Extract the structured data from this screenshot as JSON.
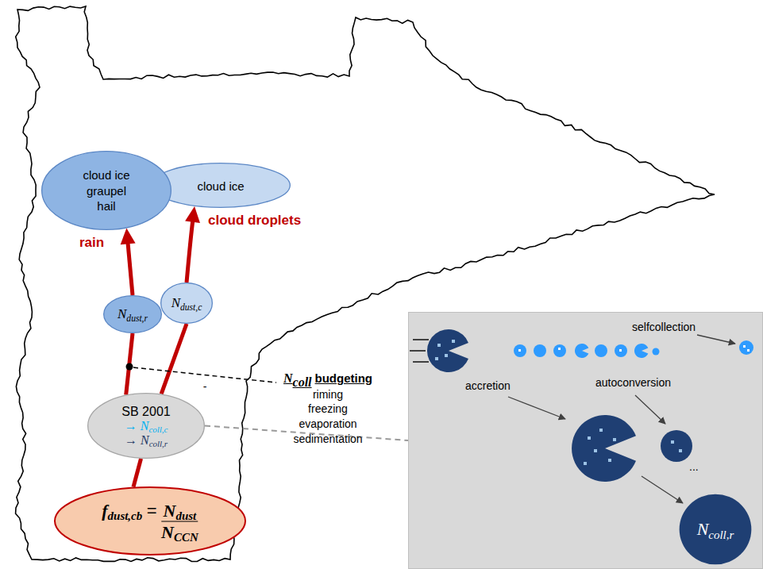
{
  "diagram": {
    "nodes": [
      {
        "text": [
          "cloud ice graupel hail"
        ]
      },
      {
        "text": [
          "cloud ice"
        ]
      },
      {
        "text": [
          "N",
          "dust,r"
        ]
      },
      {
        "text": [
          "N",
          "dust,c"
        ]
      },
      {
        "text": [
          "SB 2001",
          "→ N",
          "coll,c",
          "→ N",
          "coll,r"
        ]
      },
      {
        "text": [
          "f",
          "dust,cb",
          "=",
          "N",
          "dust",
          "N",
          "CCN"
        ]
      },
      {
        "text": [
          "selfcollection",
          "accretion",
          "autoconversion",
          "..."
        ]
      },
      {
        "text": [
          "N",
          "coll,r"
        ],
        "in": 6
      }
    ],
    "edges": [
      {
        "from": 5,
        "to": 4,
        "arrow": "none"
      },
      {
        "from": 4,
        "to": 2,
        "arrow": "none"
      },
      {
        "from": 2,
        "to": 0,
        "arrow": "to",
        "label": "rain"
      },
      {
        "from": 4,
        "to": 3,
        "arrow": "none"
      },
      {
        "from": 3,
        "to": 1,
        "arrow": "to",
        "label": "cloud droplets"
      },
      {
        "from": 4,
        "to": 6,
        "arrow": "none"
      }
    ],
    "labels": [
      "N",
      "coll",
      "budgeting",
      "riming",
      "freezing",
      "evaporation",
      "sedimentation",
      "-"
    ]
  }
}
